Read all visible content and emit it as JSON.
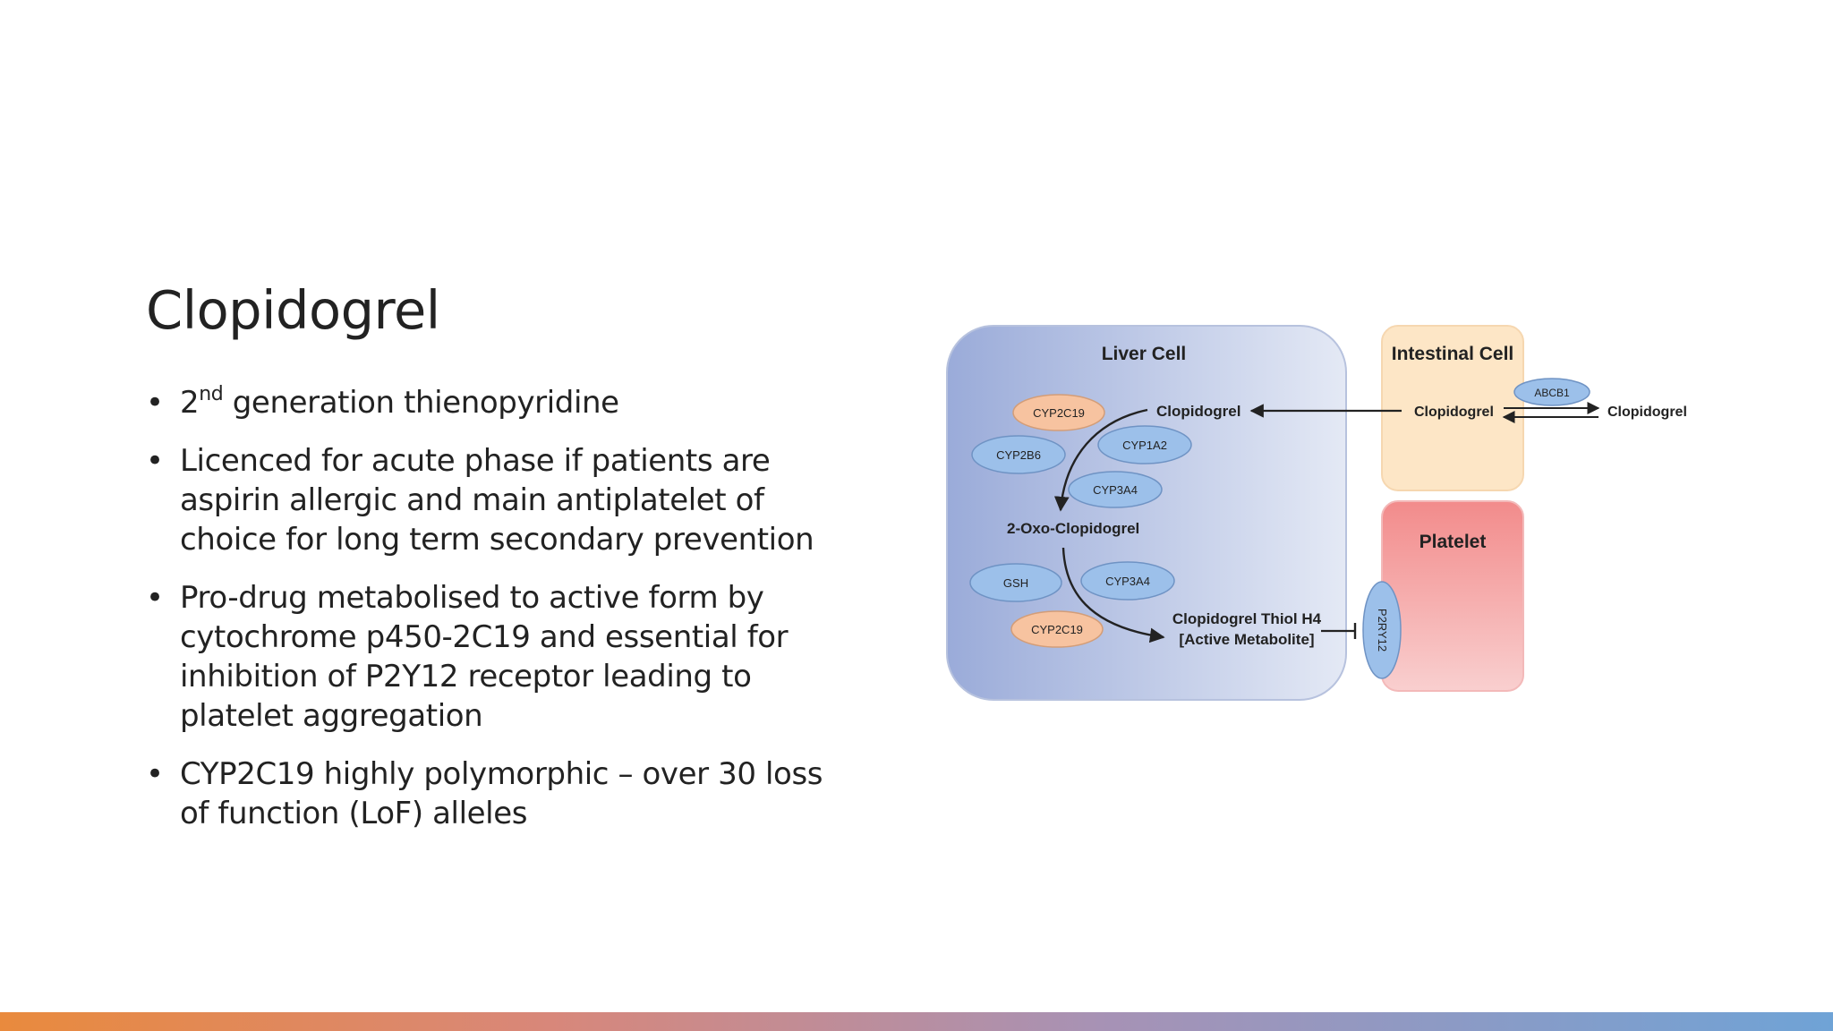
{
  "slide": {
    "title": "Clopidogrel",
    "bullets": [
      {
        "pre": "2",
        "sup": "nd",
        "text": " generation thienopyridine"
      },
      {
        "lines": [
          "Licenced for acute phase if patients are",
          "aspirin allergic and main antiplatelet of",
          "choice for long term secondary prevention"
        ]
      },
      {
        "lines": [
          "Pro-drug metabolised to active form by",
          "cytochrome p450-2C19 and essential for",
          "inhibition of P2Y12 receptor leading to",
          "platelet aggregation"
        ]
      },
      {
        "lines": [
          "CYP2C19 highly polymorphic – over 30 loss",
          "of function (LoF) alleles"
        ]
      }
    ],
    "bullet_glyph": "•"
  },
  "diagram": {
    "liver_cell": "Liver Cell",
    "intestinal_cell": "Intestinal Cell",
    "platelet": "Platelet",
    "clopidogrel_liver": "Clopidogrel",
    "clopidogrel_intestine": "Clopidogrel",
    "clopidogrel_lumen": "Clopidogrel",
    "oxo": "2-Oxo-Clopidogrel",
    "thiol_line1": "Clopidogrel Thiol H4",
    "thiol_line2": "[Active Metabolite]",
    "enzymes": {
      "cyp2c19_top": "CYP2C19",
      "cyp2b6": "CYP2B6",
      "cyp1a2": "CYP1A2",
      "cyp3a4_top": "CYP3A4",
      "gsh": "GSH",
      "cyp3a4_bottom": "CYP3A4",
      "cyp2c19_bottom": "CYP2C19",
      "abcb1": "ABCB1",
      "p2y12": "P2RY12"
    },
    "colors": {
      "liver_left": "#9aabd9",
      "liver_right": "#e4e9f5",
      "intestinal": "#fde6c6",
      "platelet_top": "#f28b8b",
      "platelet_bottom": "#f9cfcf",
      "enzyme_blue": "#9cc0ea",
      "enzyme_orange": "#f7c3a0"
    }
  }
}
